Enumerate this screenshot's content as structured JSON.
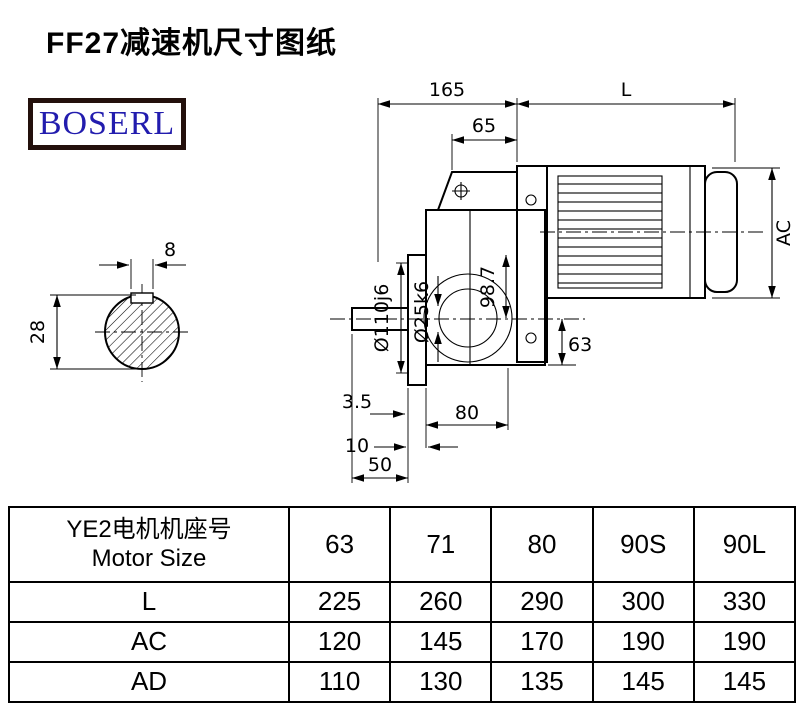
{
  "page": {
    "title": "FF27减速机尺寸图纸",
    "logo": "BOSERL"
  },
  "drawing": {
    "dim_165": "165",
    "dim_L": "L",
    "dim_65": "65",
    "dim_AC": "AC",
    "dim_8": "8",
    "dim_28": "28",
    "dim_d110": "Ø110j6",
    "dim_d25": "Ø25k6",
    "dim_98_7": "98.7",
    "dim_63": "63",
    "dim_3_5": "3.5",
    "dim_80": "80",
    "dim_10": "10",
    "dim_50": "50"
  },
  "table": {
    "header": {
      "label_cn": "YE2电机机座号",
      "label_en": "Motor Size",
      "sizes": [
        "63",
        "71",
        "80",
        "90S",
        "90L"
      ]
    },
    "rows": [
      {
        "label": "L",
        "values": [
          "225",
          "260",
          "290",
          "300",
          "330"
        ]
      },
      {
        "label": "AC",
        "values": [
          "120",
          "145",
          "170",
          "190",
          "190"
        ]
      },
      {
        "label": "AD",
        "values": [
          "110",
          "130",
          "135",
          "145",
          "145"
        ]
      }
    ]
  }
}
